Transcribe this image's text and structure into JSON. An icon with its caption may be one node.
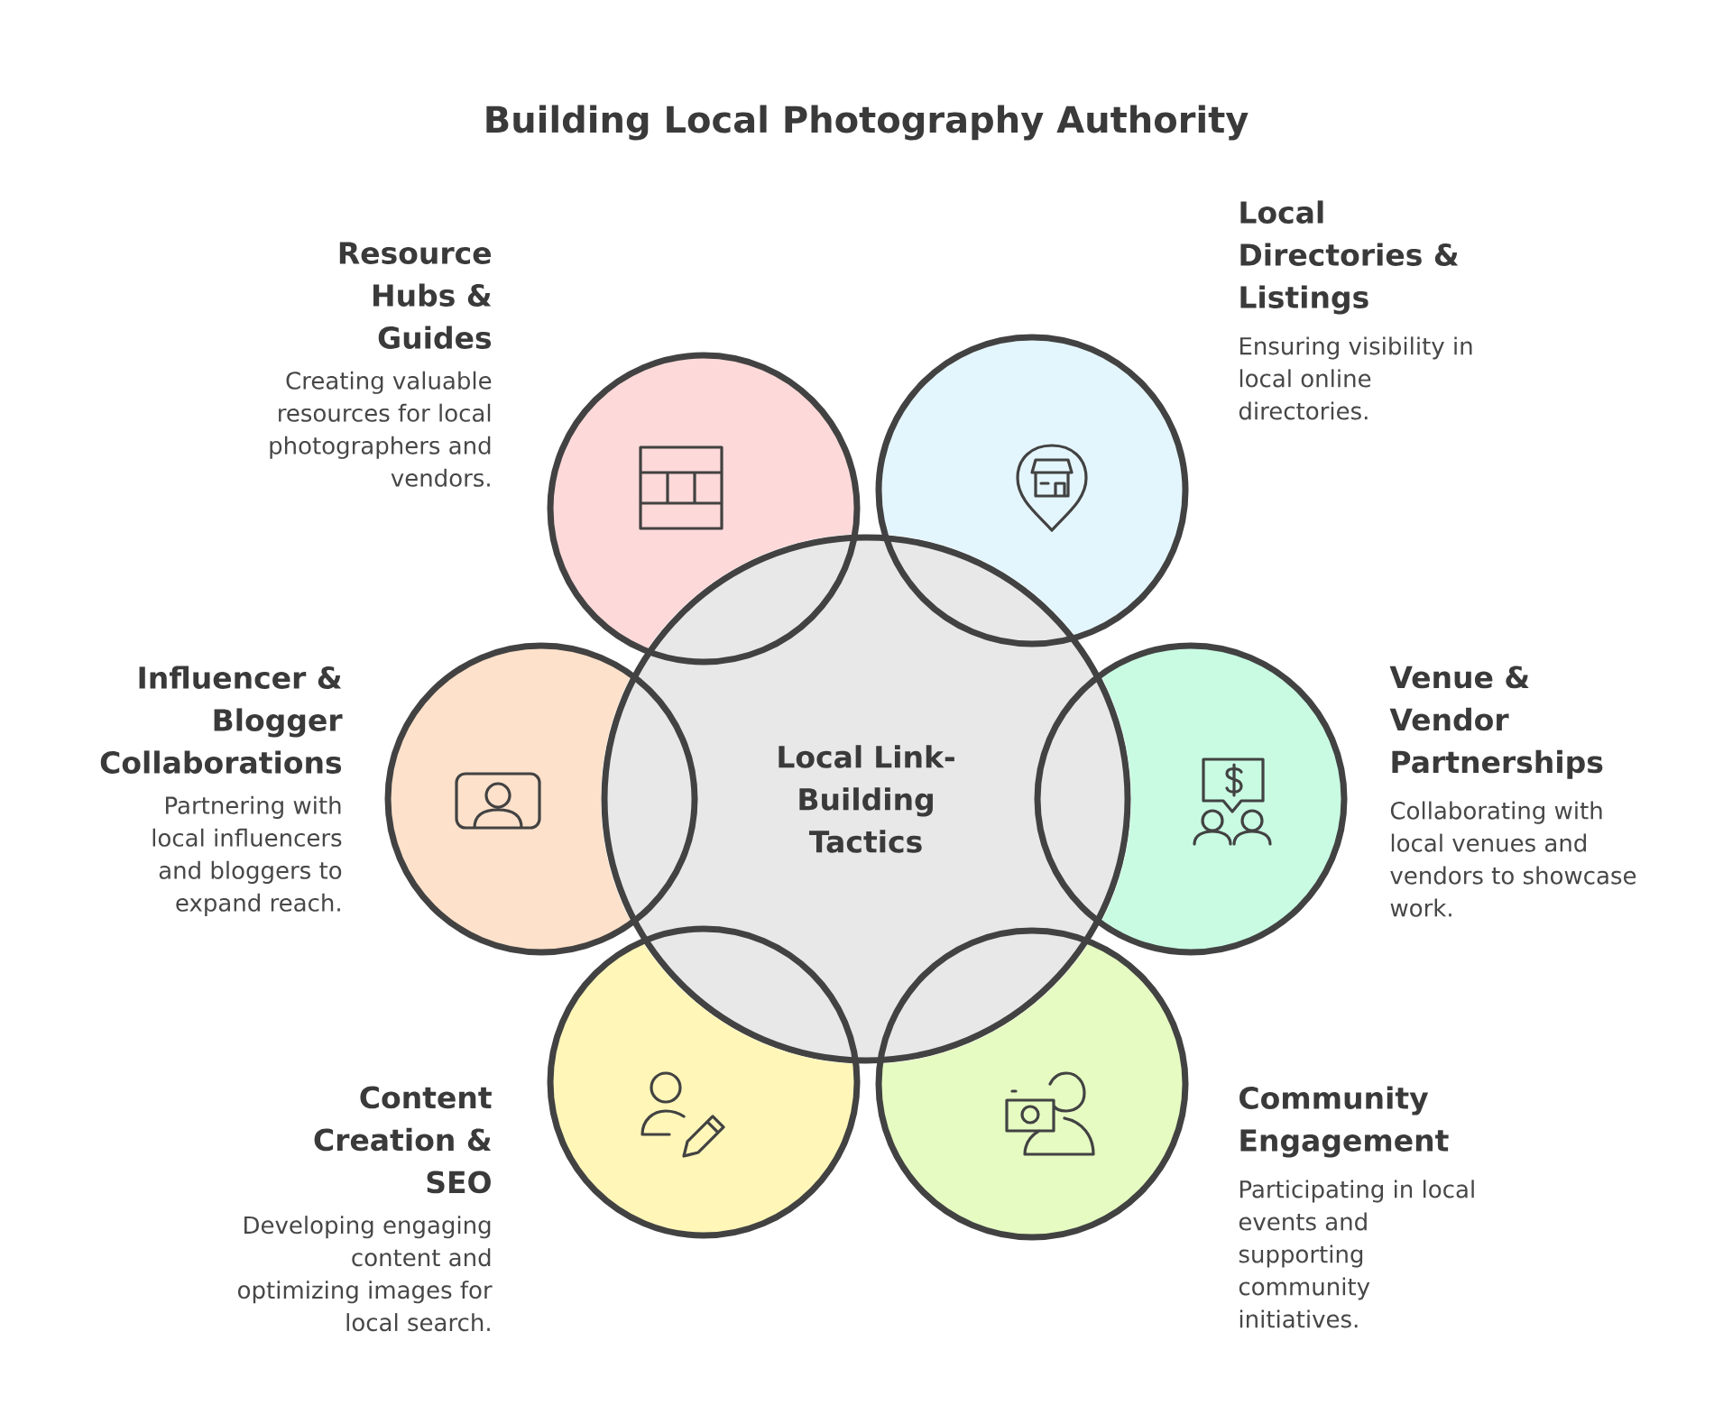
{
  "diagram": {
    "title": "Building Local Photography Authority",
    "nodes": [
      {
        "text": [
          "Local Link-Building Tactics"
        ]
      },
      {
        "text": [
          "Resource Hubs & Guides",
          "Creating valuable resources for local photographers and vendors."
        ]
      },
      {
        "text": [
          "Local Directories & Listings",
          "Ensuring visibility in local online directories."
        ]
      },
      {
        "text": [
          "Influencer & Blogger Collaborations",
          "Partnering with local influencers and bloggers to expand reach."
        ]
      },
      {
        "text": [
          "Venue & Vendor Partnerships",
          "Collaborating with local venues and vendors to showcase work."
        ]
      },
      {
        "text": [
          "Content Creation & SEO",
          "Developing engaging content and optimizing images for local search."
        ]
      },
      {
        "text": [
          "Community Engagement",
          "Participating in local events and supporting community initiatives."
        ]
      }
    ]
  }
}
